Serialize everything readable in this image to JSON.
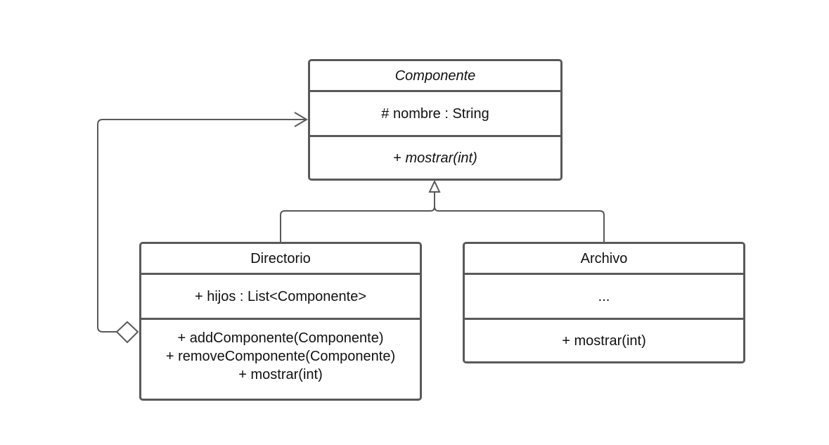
{
  "diagram": {
    "classes": {
      "componente": {
        "name": "Componente",
        "attributes": [
          "# nombre : String"
        ],
        "methods": [
          {
            "prefix": "+ ",
            "name": "mostrar(int)"
          }
        ]
      },
      "directorio": {
        "name": "Directorio",
        "attributes": [
          "+ hijos : List<Componente>"
        ],
        "methods": [
          "+ addComponente(Componente)",
          "+ removeComponente(Componente)",
          "+ mostrar(int)"
        ]
      },
      "archivo": {
        "name": "Archivo",
        "attributes": [
          "..."
        ],
        "methods": [
          "+ mostrar(int)"
        ]
      }
    },
    "colors": {
      "border": "#595959",
      "line": "#595959",
      "text": "#111111",
      "background": "#ffffff"
    }
  }
}
